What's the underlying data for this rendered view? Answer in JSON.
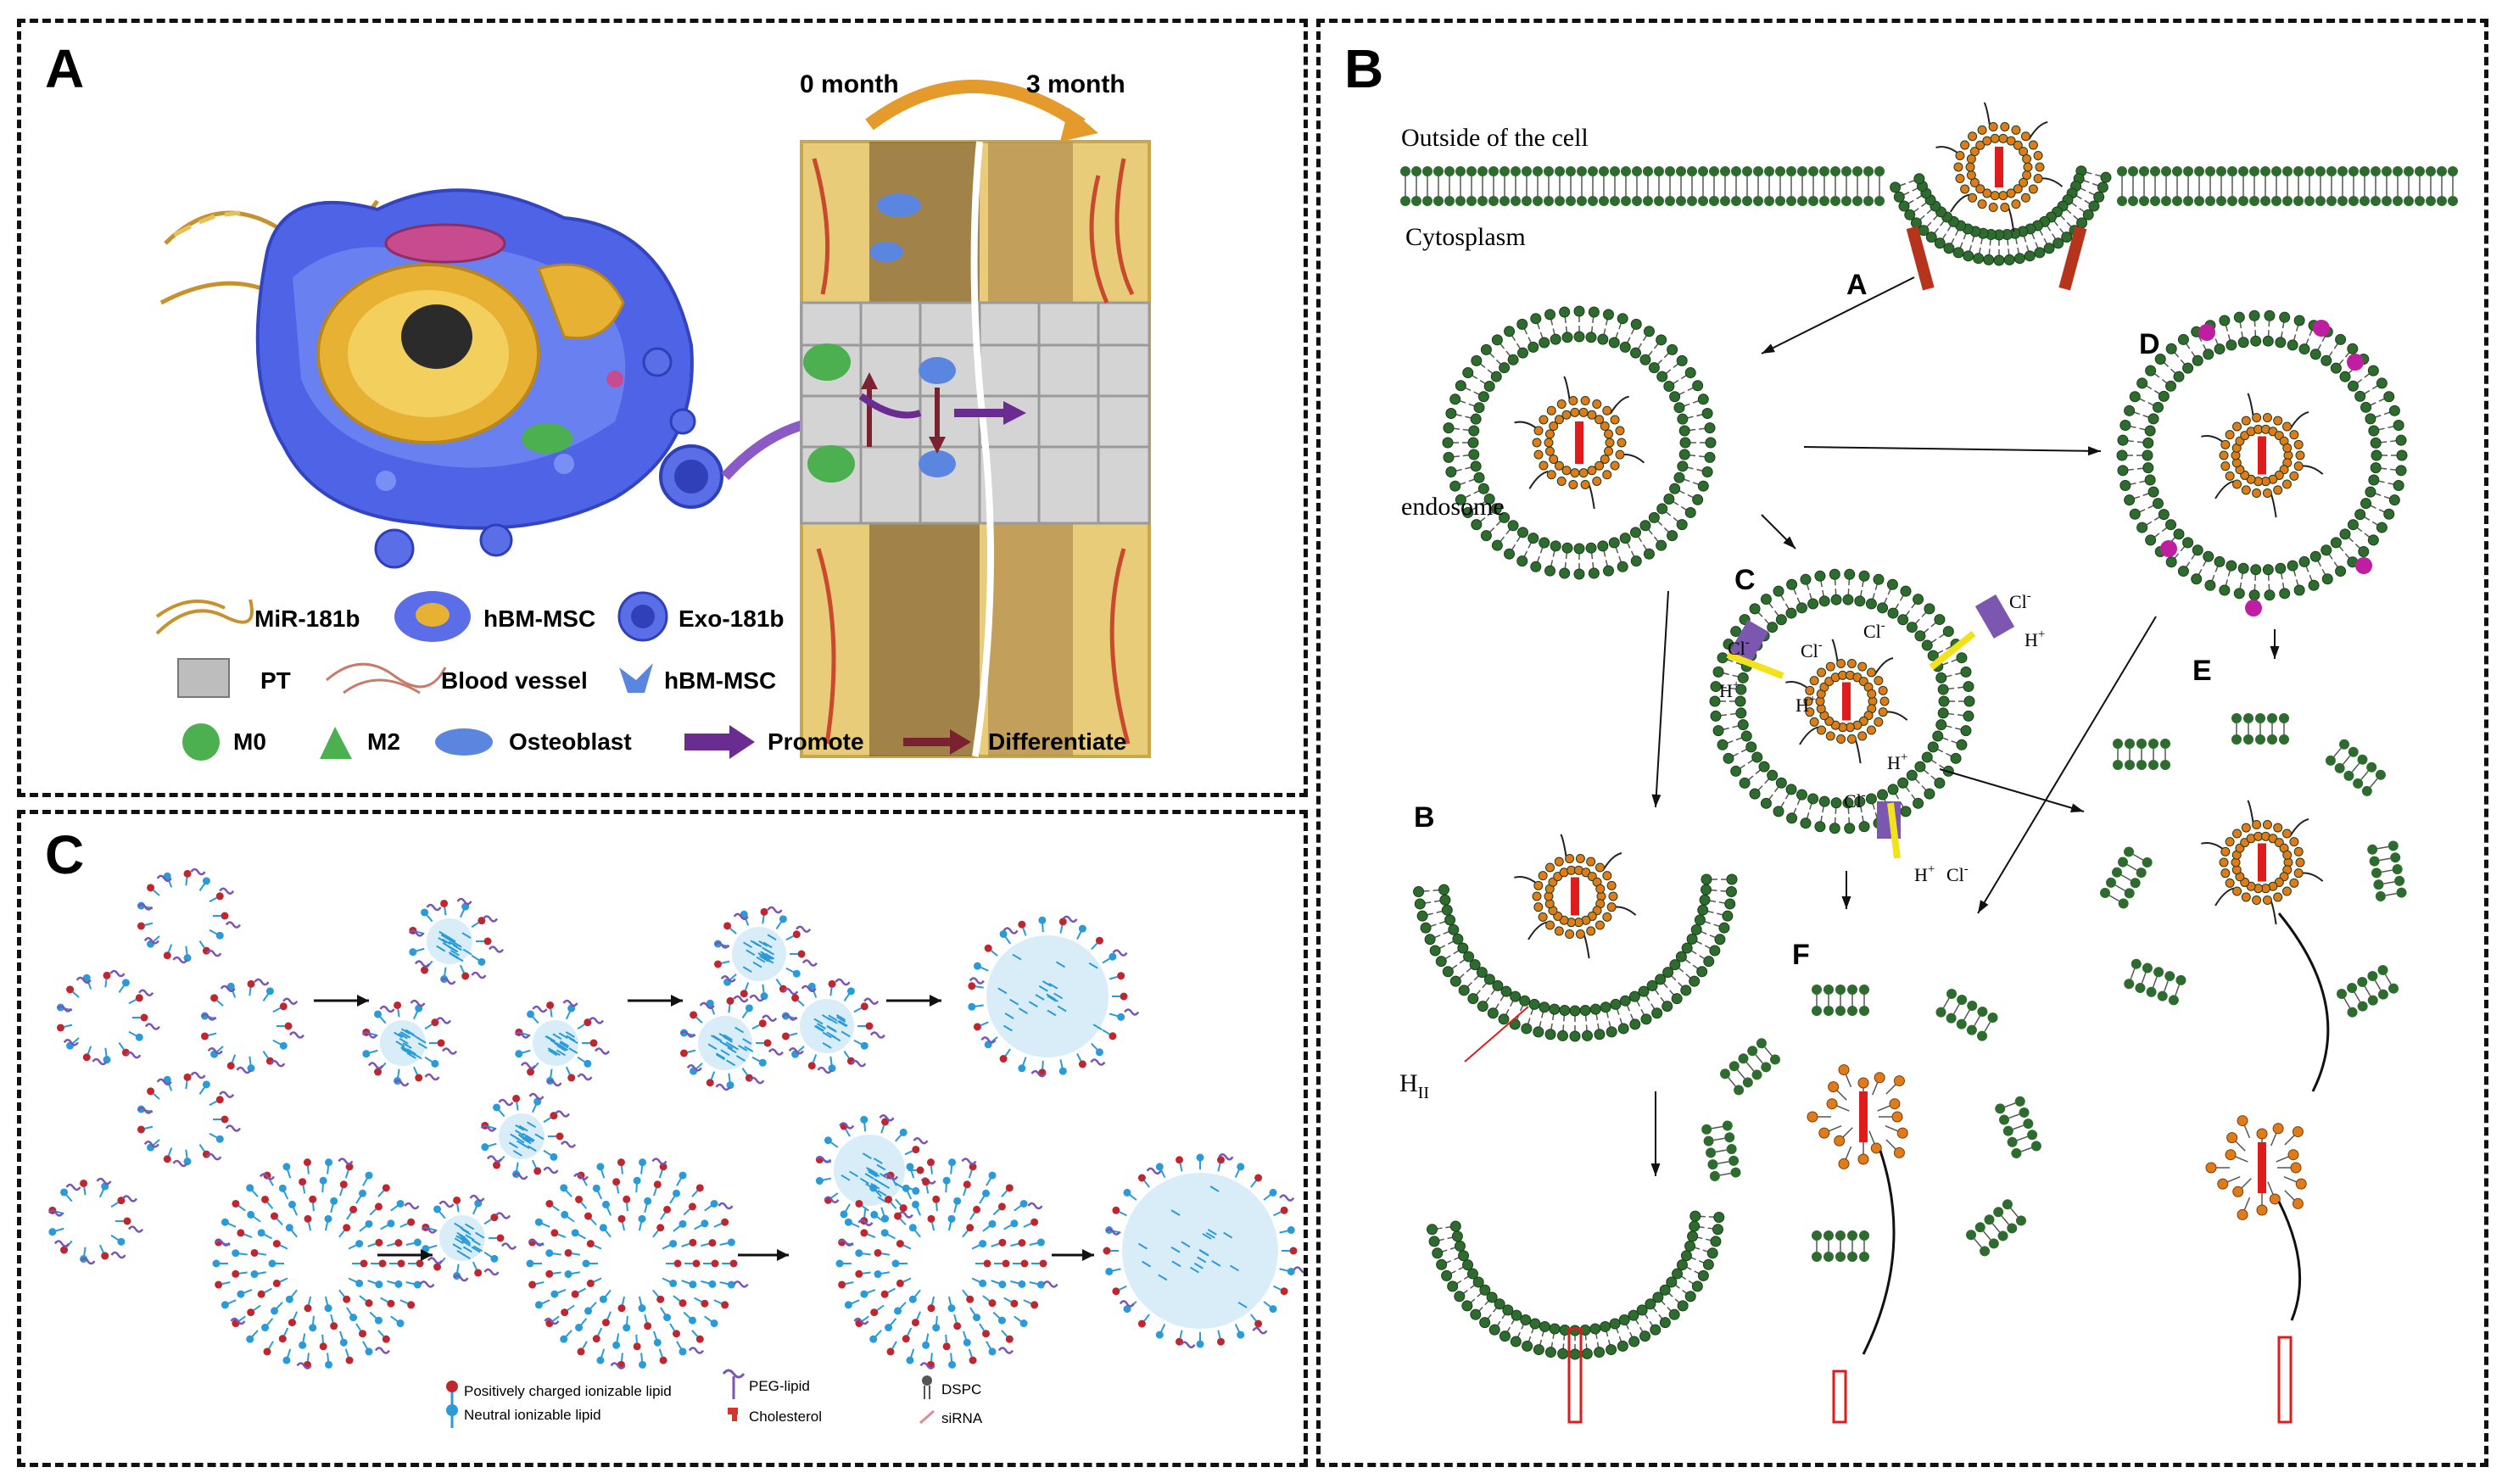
{
  "panelA": {
    "label": "A",
    "time_start": "0 month",
    "time_end": "3 month",
    "legend": {
      "mir181b": "MiR-181b",
      "hbmmsc_cell": "hBM-MSC",
      "exo181b": "Exo-181b",
      "pt": "PT",
      "blood_vessel": "Blood vessel",
      "hbmmsc": "hBM-MSC",
      "m0": "M0",
      "m2": "M2",
      "osteoblast": "Osteoblast",
      "promote": "Promote",
      "differentiate": "Differentiate"
    },
    "colors": {
      "cell": "#4f63e6",
      "nucleus": "#e7b133",
      "bone": "#e8cc7a",
      "vessel": "#c8492b",
      "promote": "#6a2c91",
      "differentiate": "#7b2231",
      "m0": "#4caf50"
    }
  },
  "panelB": {
    "label": "B",
    "outside": "Outside of the cell",
    "cytosplasm": "Cytosplasm",
    "endosome": "endosome",
    "step_a": "A",
    "step_b": "B",
    "step_c": "C",
    "step_d": "D",
    "step_e": "E",
    "step_f": "F",
    "hii": "H",
    "hii_sub": "II",
    "ions": {
      "cl": "Cl",
      "h": "H",
      "minus": "-",
      "plus": "+"
    },
    "colors": {
      "membrane": "#2e6b2e",
      "lipid": "#e07b1a",
      "rna": "#e01b1b",
      "pump": "#7b57b0",
      "ion_arrow": "#f2e21b",
      "protein": "#b5341b"
    }
  },
  "panelC": {
    "label": "C",
    "legend": {
      "pos_lipid": "Positively charged ionizable lipid",
      "neutral_lipid": "Neutral ionizable lipid",
      "peg": "PEG-lipid",
      "cholesterol": "Cholesterol",
      "dspc": "DSPC",
      "sirna": "siRNA"
    },
    "colors": {
      "pos": "#c0262d",
      "neutral": "#2a9bd8",
      "peg": "#7b55b5",
      "chol": "#d8342a"
    }
  }
}
